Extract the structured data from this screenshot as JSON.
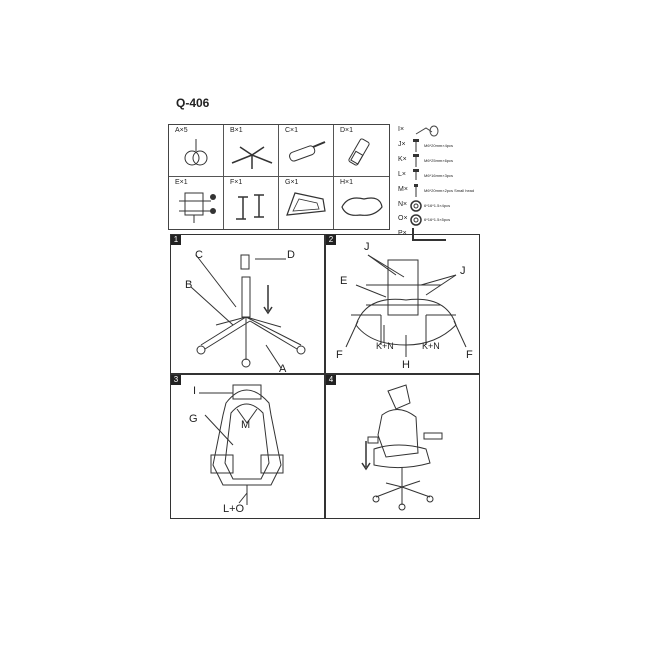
{
  "model": "Q-406",
  "parts": [
    {
      "label": "A×5",
      "icon": "caster-wheel-icon"
    },
    {
      "label": "B×1",
      "icon": "star-base-icon"
    },
    {
      "label": "C×1",
      "icon": "gas-cylinder-icon"
    },
    {
      "label": "D×1",
      "icon": "cylinder-cover-icon"
    },
    {
      "label": "E×1",
      "icon": "seat-mechanism-icon"
    },
    {
      "label": "F×1",
      "icon": "armrest-pair-icon"
    },
    {
      "label": "G×1",
      "icon": "backrest-frame-icon"
    },
    {
      "label": "H×1",
      "icon": "seat-cushion-icon"
    }
  ],
  "hardware": [
    {
      "label": "I×",
      "desc": "",
      "icon": "allen-key-small-icon"
    },
    {
      "label": "J×",
      "desc": "M6*20mm×4pcs",
      "icon": "bolt-icon"
    },
    {
      "label": "K×",
      "desc": "M6*25mm×6pcs",
      "icon": "bolt-icon"
    },
    {
      "label": "L×",
      "desc": "M6*16mm×3pcs",
      "icon": "bolt-icon"
    },
    {
      "label": "M×",
      "desc": "M6*20mm×2pcs Small head",
      "icon": "bolt-icon"
    },
    {
      "label": "N×",
      "desc": "6*16*1.5×4pcs",
      "icon": "washer-icon"
    },
    {
      "label": "O×",
      "desc": "6*16*1.5×5pcs",
      "icon": "washer-icon"
    },
    {
      "label": "P×",
      "desc": "",
      "icon": "allen-key-icon"
    }
  ],
  "steps": [
    {
      "number": "1",
      "labels": {
        "C": "C",
        "D": "D",
        "B": "B",
        "A": "A"
      }
    },
    {
      "number": "2",
      "labels": {
        "J1": "J",
        "J2": "J",
        "E": "E",
        "F1": "F",
        "F2": "F",
        "KN1": "K+N",
        "KN2": "K+N",
        "H": "H"
      }
    },
    {
      "number": "3",
      "labels": {
        "I": "I",
        "M": "M",
        "G": "G",
        "LO": "L+O"
      }
    },
    {
      "number": "4",
      "labels": {}
    }
  ]
}
